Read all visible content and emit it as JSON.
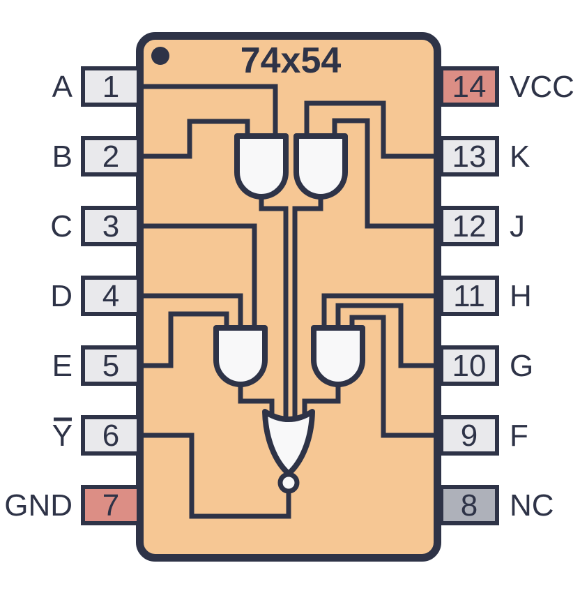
{
  "title": "74x54",
  "diagram_type": "ic-pinout-dip14",
  "colors": {
    "background": "#FFFFFF",
    "chip_body": "#F6C794",
    "outline": "#2E3347",
    "pin_default": "#E9E9EC",
    "pin_power": "#DC8E85",
    "pin_nc": "#AEB1BA",
    "gate_fill": "#F8F8F9",
    "text": "#2E3347"
  },
  "pins": {
    "left": [
      {
        "num": "1",
        "label": "A",
        "kind": "input"
      },
      {
        "num": "2",
        "label": "B",
        "kind": "input"
      },
      {
        "num": "3",
        "label": "C",
        "kind": "input"
      },
      {
        "num": "4",
        "label": "D",
        "kind": "input"
      },
      {
        "num": "5",
        "label": "E",
        "kind": "input"
      },
      {
        "num": "6",
        "label": "Y",
        "overline": true,
        "kind": "output"
      },
      {
        "num": "7",
        "label": "GND",
        "kind": "power"
      }
    ],
    "right": [
      {
        "num": "14",
        "label": "VCC",
        "kind": "power"
      },
      {
        "num": "13",
        "label": "K",
        "kind": "input"
      },
      {
        "num": "12",
        "label": "J",
        "kind": "input"
      },
      {
        "num": "11",
        "label": "H",
        "kind": "input"
      },
      {
        "num": "10",
        "label": "G",
        "kind": "input"
      },
      {
        "num": "9",
        "label": "F",
        "kind": "input"
      },
      {
        "num": "8",
        "label": "NC",
        "kind": "nc"
      }
    ]
  },
  "gates": [
    {
      "type": "and",
      "inputs": [
        "B",
        "A"
      ],
      "position": "top-left"
    },
    {
      "type": "and",
      "inputs": [
        "K",
        "J"
      ],
      "position": "top-right"
    },
    {
      "type": "and",
      "inputs": [
        "E",
        "D",
        "C"
      ],
      "position": "bottom-left"
    },
    {
      "type": "and",
      "inputs": [
        "H",
        "G",
        "F"
      ],
      "position": "bottom-right"
    },
    {
      "type": "nor",
      "inputs": [
        "and1",
        "and2",
        "and3",
        "and4"
      ],
      "output": "Y",
      "position": "bottom-center"
    }
  ],
  "markers": {
    "pin1_indicator": "dot"
  }
}
